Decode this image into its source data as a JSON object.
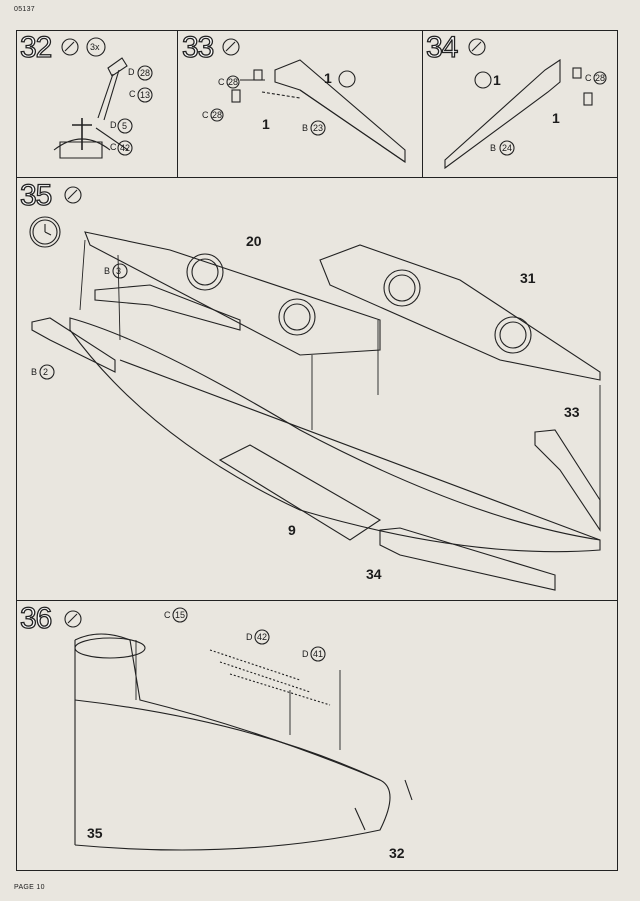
{
  "header": {
    "code": "05137"
  },
  "footer": {
    "page": "PAGE 10"
  },
  "steps": {
    "s32": {
      "number": "32",
      "qty": "3x",
      "parts": [
        "28",
        "13",
        "5",
        "42"
      ],
      "letters": [
        "D",
        "C",
        "D",
        "C"
      ]
    },
    "s33": {
      "number": "33",
      "parts": [
        "28",
        "28",
        "23"
      ],
      "letters": [
        "C",
        "C",
        "B"
      ],
      "ones": [
        "1",
        "1"
      ]
    },
    "s34": {
      "number": "34",
      "parts": [
        "28",
        "24"
      ],
      "letters": [
        "C",
        "B"
      ],
      "ones": [
        "1",
        "1"
      ]
    },
    "s35": {
      "number": "35",
      "parts": [
        "3",
        "2"
      ],
      "letters": [
        "B",
        "B"
      ],
      "callouts": [
        "20",
        "31",
        "33",
        "9",
        "34"
      ]
    },
    "s36": {
      "number": "36",
      "parts": [
        "15",
        "42",
        "41"
      ],
      "letters": [
        "C",
        "D",
        "D"
      ],
      "callouts": [
        "35",
        "32"
      ]
    }
  }
}
